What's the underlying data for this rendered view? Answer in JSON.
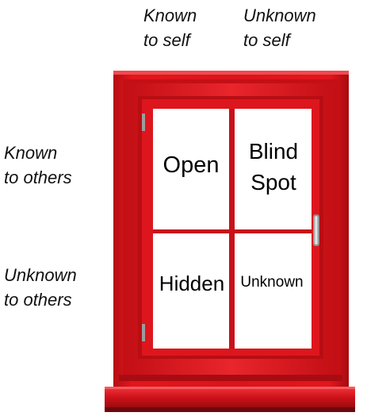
{
  "labels": {
    "top_left": [
      "Known",
      "to self"
    ],
    "top_right": [
      "Unknown",
      "to self"
    ],
    "side_top": [
      "Known",
      "to others"
    ],
    "side_bottom": [
      "Unknown",
      "to others"
    ]
  },
  "panes": {
    "open": [
      "Open"
    ],
    "blind_spot": [
      "Blind",
      "Spot"
    ],
    "hidden": [
      "Hidden"
    ],
    "unknown": [
      "Unknown"
    ]
  },
  "colors": {
    "frame_red": "#d8141b",
    "frame_dark": "#8e0a0f",
    "frame_light": "#f14a4f",
    "pane": "#ffffff",
    "text": "#111111"
  }
}
